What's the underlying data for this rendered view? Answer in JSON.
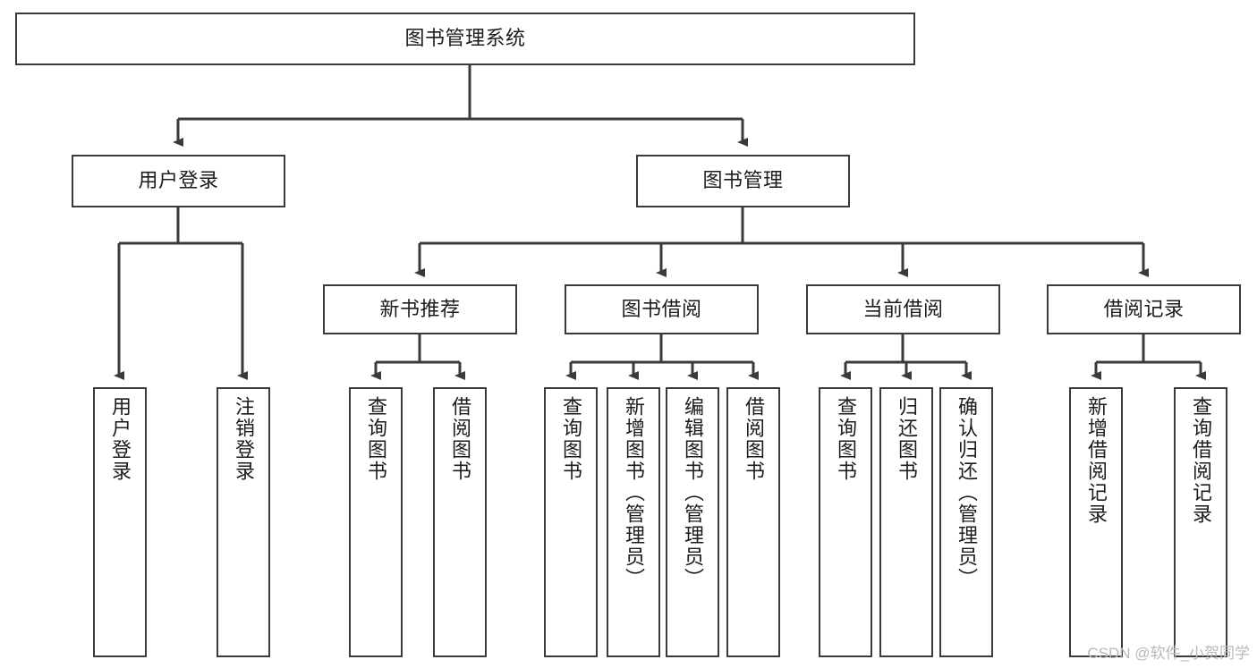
{
  "diagram": {
    "title": "图书管理系统",
    "watermark": "CSDN @软件_小贺同学",
    "type": "tree-hierarchy",
    "edge_color": "#3a3a3a",
    "node_border_color": "#3a3a3a",
    "node_fill_color": "#ffffff",
    "nodes": {
      "root": {
        "label": "图书管理系统"
      },
      "level2": [
        {
          "id": "user-login",
          "label": "用户登录"
        },
        {
          "id": "book-manage",
          "label": "图书管理"
        }
      ],
      "level3": [
        {
          "id": "new-book-recommend",
          "label": "新书推荐"
        },
        {
          "id": "book-borrow",
          "label": "图书借阅"
        },
        {
          "id": "current-borrow",
          "label": "当前借阅"
        },
        {
          "id": "borrow-record",
          "label": "借阅记录"
        }
      ],
      "leaves": {
        "user-login": [
          {
            "id": "leaf-user-login",
            "label": "用户登录"
          },
          {
            "id": "leaf-logout-login",
            "label": "注销登录"
          }
        ],
        "new-book-recommend": [
          {
            "id": "leaf-query-book-1",
            "label": "查询图书"
          },
          {
            "id": "leaf-borrow-book-1",
            "label": "借阅图书"
          }
        ],
        "book-borrow": [
          {
            "id": "leaf-query-book-2",
            "label": "查询图书"
          },
          {
            "id": "leaf-add-book",
            "label": "新增图书（管理员）"
          },
          {
            "id": "leaf-edit-book",
            "label": "编辑图书（管理员）"
          },
          {
            "id": "leaf-borrow-book-2",
            "label": "借阅图书"
          }
        ],
        "current-borrow": [
          {
            "id": "leaf-query-book-3",
            "label": "查询图书"
          },
          {
            "id": "leaf-return-book",
            "label": "归还图书"
          },
          {
            "id": "leaf-confirm-return",
            "label": "确认归还（管理员）"
          }
        ],
        "borrow-record": [
          {
            "id": "leaf-add-record",
            "label": "新增借阅记录"
          },
          {
            "id": "leaf-query-record",
            "label": "查询借阅记录"
          }
        ]
      }
    }
  }
}
